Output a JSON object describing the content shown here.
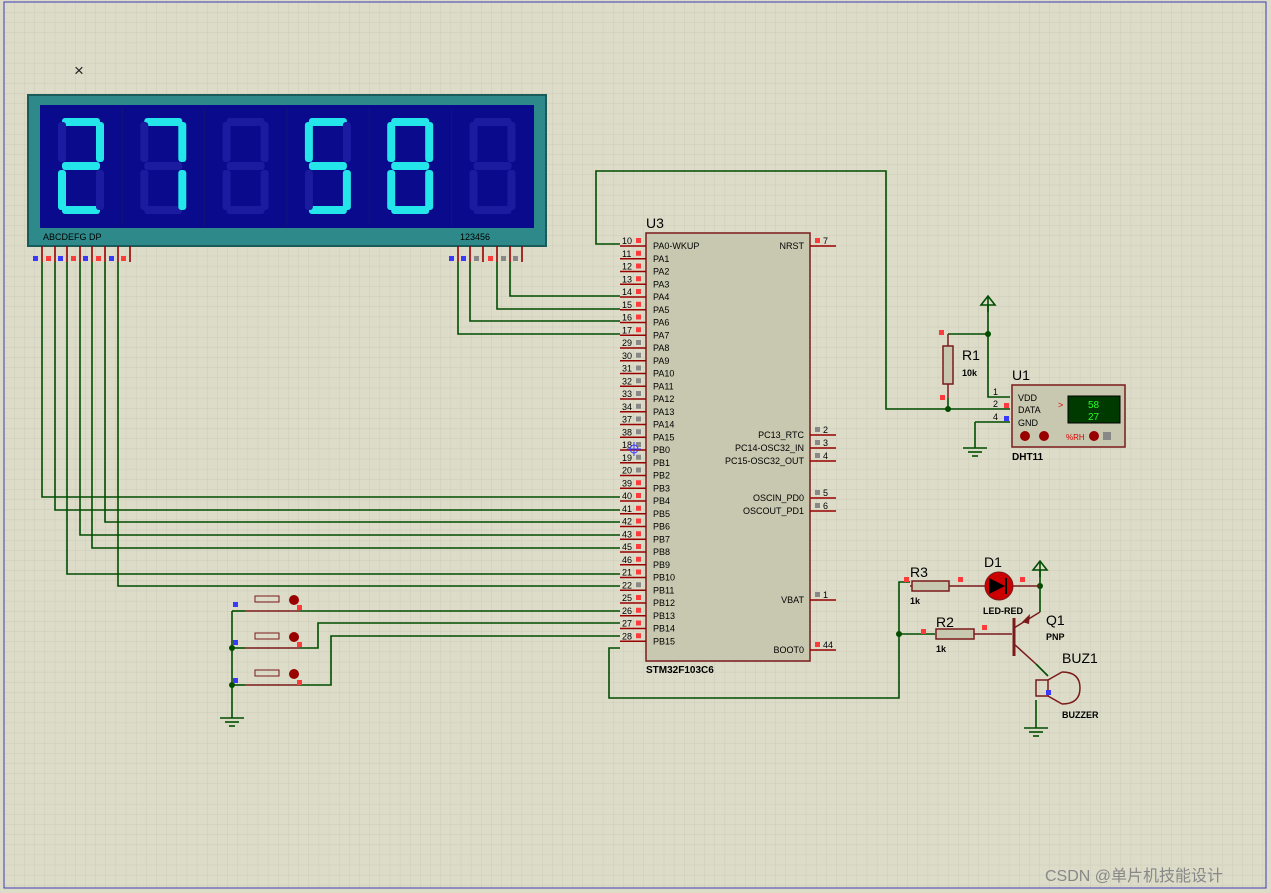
{
  "close_glyph": "×",
  "watermark": "CSDN @单片机技能设计",
  "display": {
    "digits": [
      "2",
      "7",
      "",
      "5",
      "8",
      ""
    ],
    "segment_label": "ABCDEFG  DP",
    "digit_label": "123456",
    "segment_color": "#23e5ea",
    "panel_color": "#0a0a8c"
  },
  "mcu": {
    "ref": "U3",
    "part": "STM32F103C6",
    "left_pins": [
      {
        "num": "10",
        "name": "PA0-WKUP"
      },
      {
        "num": "11",
        "name": "PA1"
      },
      {
        "num": "12",
        "name": "PA2"
      },
      {
        "num": "13",
        "name": "PA3"
      },
      {
        "num": "14",
        "name": "PA4"
      },
      {
        "num": "15",
        "name": "PA5"
      },
      {
        "num": "16",
        "name": "PA6"
      },
      {
        "num": "17",
        "name": "PA7"
      },
      {
        "num": "29",
        "name": "PA8"
      },
      {
        "num": "30",
        "name": "PA9"
      },
      {
        "num": "31",
        "name": "PA10"
      },
      {
        "num": "32",
        "name": "PA11"
      },
      {
        "num": "33",
        "name": "PA12"
      },
      {
        "num": "34",
        "name": "PA13"
      },
      {
        "num": "37",
        "name": "PA14"
      },
      {
        "num": "38",
        "name": "PA15"
      },
      {
        "num": "18",
        "name": "PB0"
      },
      {
        "num": "19",
        "name": "PB1"
      },
      {
        "num": "20",
        "name": "PB2"
      },
      {
        "num": "39",
        "name": "PB3"
      },
      {
        "num": "40",
        "name": "PB4"
      },
      {
        "num": "41",
        "name": "PB5"
      },
      {
        "num": "42",
        "name": "PB6"
      },
      {
        "num": "43",
        "name": "PB7"
      },
      {
        "num": "45",
        "name": "PB8"
      },
      {
        "num": "46",
        "name": "PB9"
      },
      {
        "num": "21",
        "name": "PB10"
      },
      {
        "num": "22",
        "name": "PB11"
      },
      {
        "num": "25",
        "name": "PB12"
      },
      {
        "num": "26",
        "name": "PB13"
      },
      {
        "num": "27",
        "name": "PB14"
      },
      {
        "num": "28",
        "name": "PB15"
      }
    ],
    "right_pins": [
      {
        "num": "7",
        "name": "NRST"
      },
      {
        "num": "2",
        "name": "PC13_RTC"
      },
      {
        "num": "3",
        "name": "PC14-OSC32_IN"
      },
      {
        "num": "4",
        "name": "PC15-OSC32_OUT"
      },
      {
        "num": "5",
        "name": "OSCIN_PD0"
      },
      {
        "num": "6",
        "name": "OSCOUT_PD1"
      },
      {
        "num": "1",
        "name": "VBAT"
      },
      {
        "num": "44",
        "name": "BOOT0"
      }
    ]
  },
  "r1": {
    "ref": "R1",
    "value": "10k"
  },
  "dht": {
    "ref": "U1",
    "part": "DHT11",
    "pins": [
      {
        "num": "1",
        "name": "VDD"
      },
      {
        "num": "2",
        "name": "DATA"
      },
      {
        "num": "4",
        "name": "GND"
      }
    ],
    "humidity": "58",
    "temperature": "27",
    "rh_label": "%RH"
  },
  "r3": {
    "ref": "R3",
    "value": "1k"
  },
  "r2": {
    "ref": "R2",
    "value": "1k"
  },
  "d1": {
    "ref": "D1",
    "part": "LED-RED"
  },
  "q1": {
    "ref": "Q1",
    "part": "PNP"
  },
  "buz": {
    "ref": "BUZ1",
    "part": "BUZZER"
  }
}
